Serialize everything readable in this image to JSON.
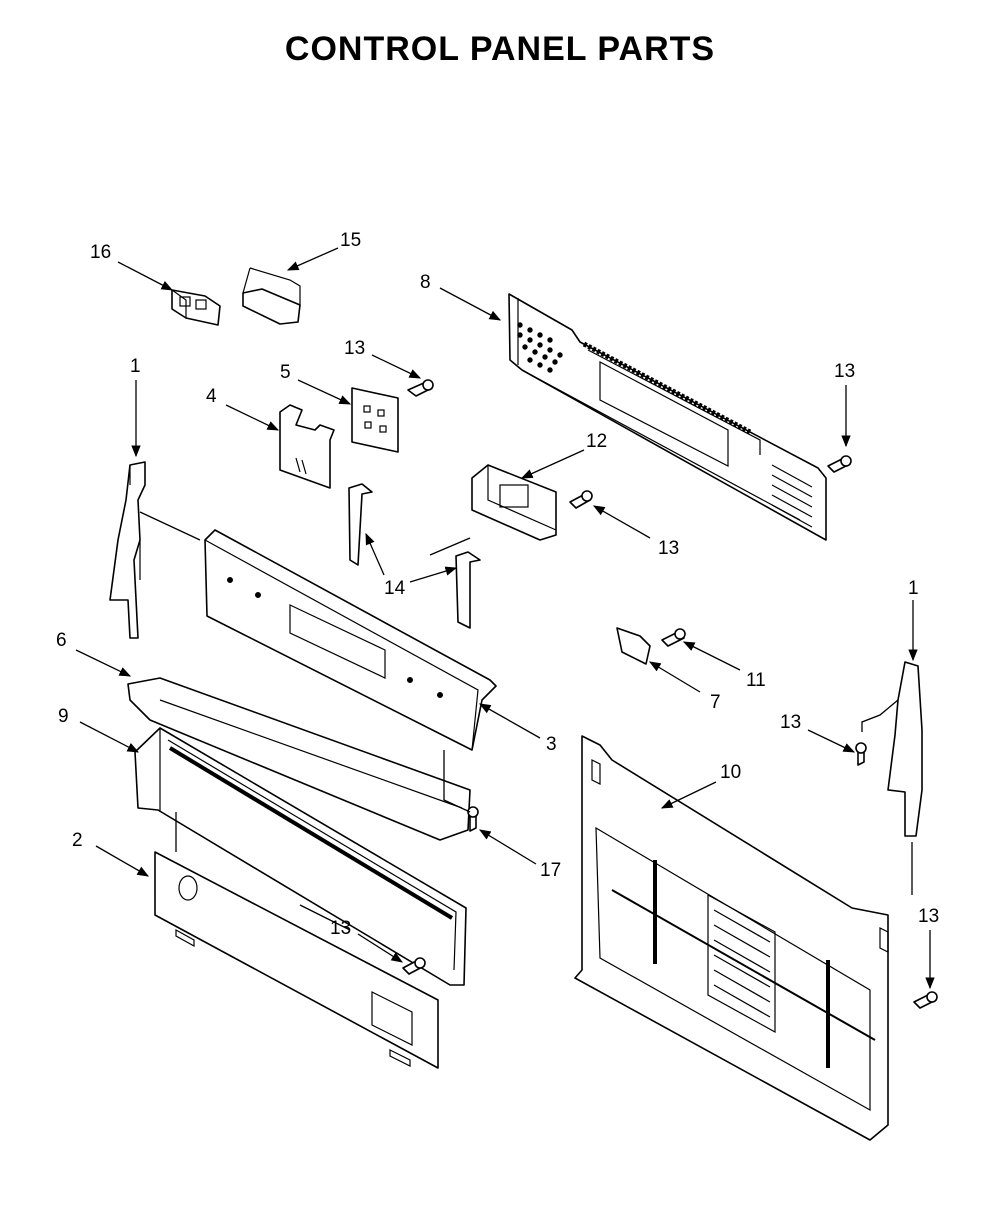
{
  "title": "CONTROL PANEL PARTS",
  "labels": [
    {
      "key": "p16",
      "text": "16"
    },
    {
      "key": "p15",
      "text": "15"
    },
    {
      "key": "p8",
      "text": "8"
    },
    {
      "key": "p13a",
      "text": "13"
    },
    {
      "key": "p5",
      "text": "5"
    },
    {
      "key": "p1a",
      "text": "1"
    },
    {
      "key": "p4",
      "text": "4"
    },
    {
      "key": "p13b",
      "text": "13"
    },
    {
      "key": "p12",
      "text": "12"
    },
    {
      "key": "p13c",
      "text": "13"
    },
    {
      "key": "p14",
      "text": "14"
    },
    {
      "key": "p1b",
      "text": "1"
    },
    {
      "key": "p6",
      "text": "6"
    },
    {
      "key": "p11",
      "text": "11"
    },
    {
      "key": "p7",
      "text": "7"
    },
    {
      "key": "p9",
      "text": "9"
    },
    {
      "key": "p3",
      "text": "3"
    },
    {
      "key": "p13d",
      "text": "13"
    },
    {
      "key": "p10",
      "text": "10"
    },
    {
      "key": "p2",
      "text": "2"
    },
    {
      "key": "p17",
      "text": "17"
    },
    {
      "key": "p13e",
      "text": "13"
    },
    {
      "key": "p13f",
      "text": "13"
    }
  ]
}
